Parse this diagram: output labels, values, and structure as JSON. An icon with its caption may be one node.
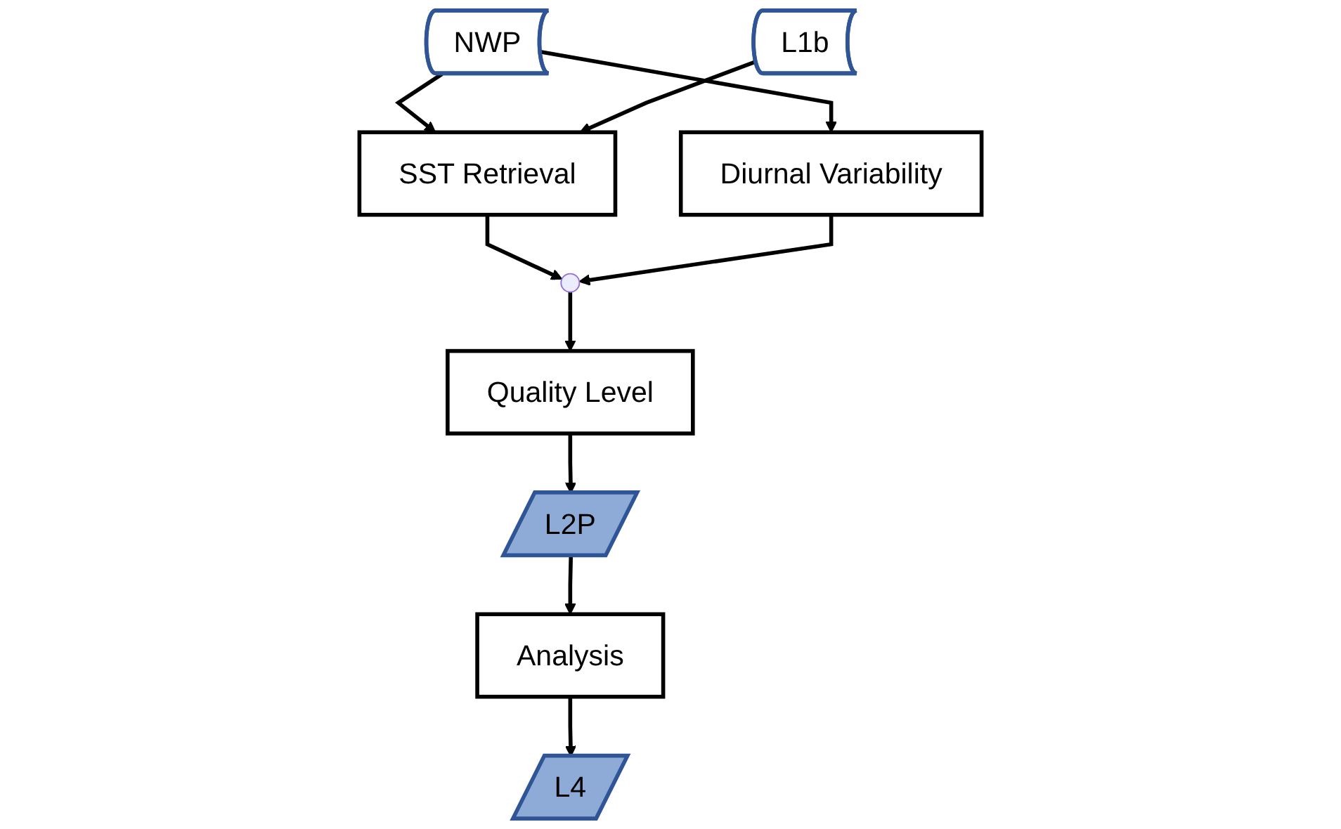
{
  "diagram": {
    "nodes": [
      {
        "text": [
          "NWP"
        ]
      },
      {
        "text": [
          "L1b"
        ]
      },
      {
        "text": [
          "SST Retrieval"
        ]
      },
      {
        "text": [
          "Diurnal Variability"
        ]
      },
      {
        "text": [],
        "shape": "circle"
      },
      {
        "text": [
          "Quality Level"
        ]
      },
      {
        "text": [
          "L2P"
        ]
      },
      {
        "text": [
          "Analysis"
        ]
      },
      {
        "text": [
          "L4"
        ]
      }
    ],
    "edges": [
      {
        "from": 0,
        "to": 2,
        "arrow": "to"
      },
      {
        "from": 0,
        "to": 3,
        "arrow": "to"
      },
      {
        "from": 1,
        "to": 2,
        "arrow": "to"
      },
      {
        "from": 2,
        "to": 4,
        "arrow": "to"
      },
      {
        "from": 3,
        "to": 4,
        "arrow": "to"
      },
      {
        "from": 4,
        "to": 5,
        "arrow": "to"
      },
      {
        "from": 5,
        "to": 6,
        "arrow": "to"
      },
      {
        "from": 6,
        "to": 7,
        "arrow": "to"
      },
      {
        "from": 7,
        "to": 8,
        "arrow": "to"
      }
    ]
  }
}
